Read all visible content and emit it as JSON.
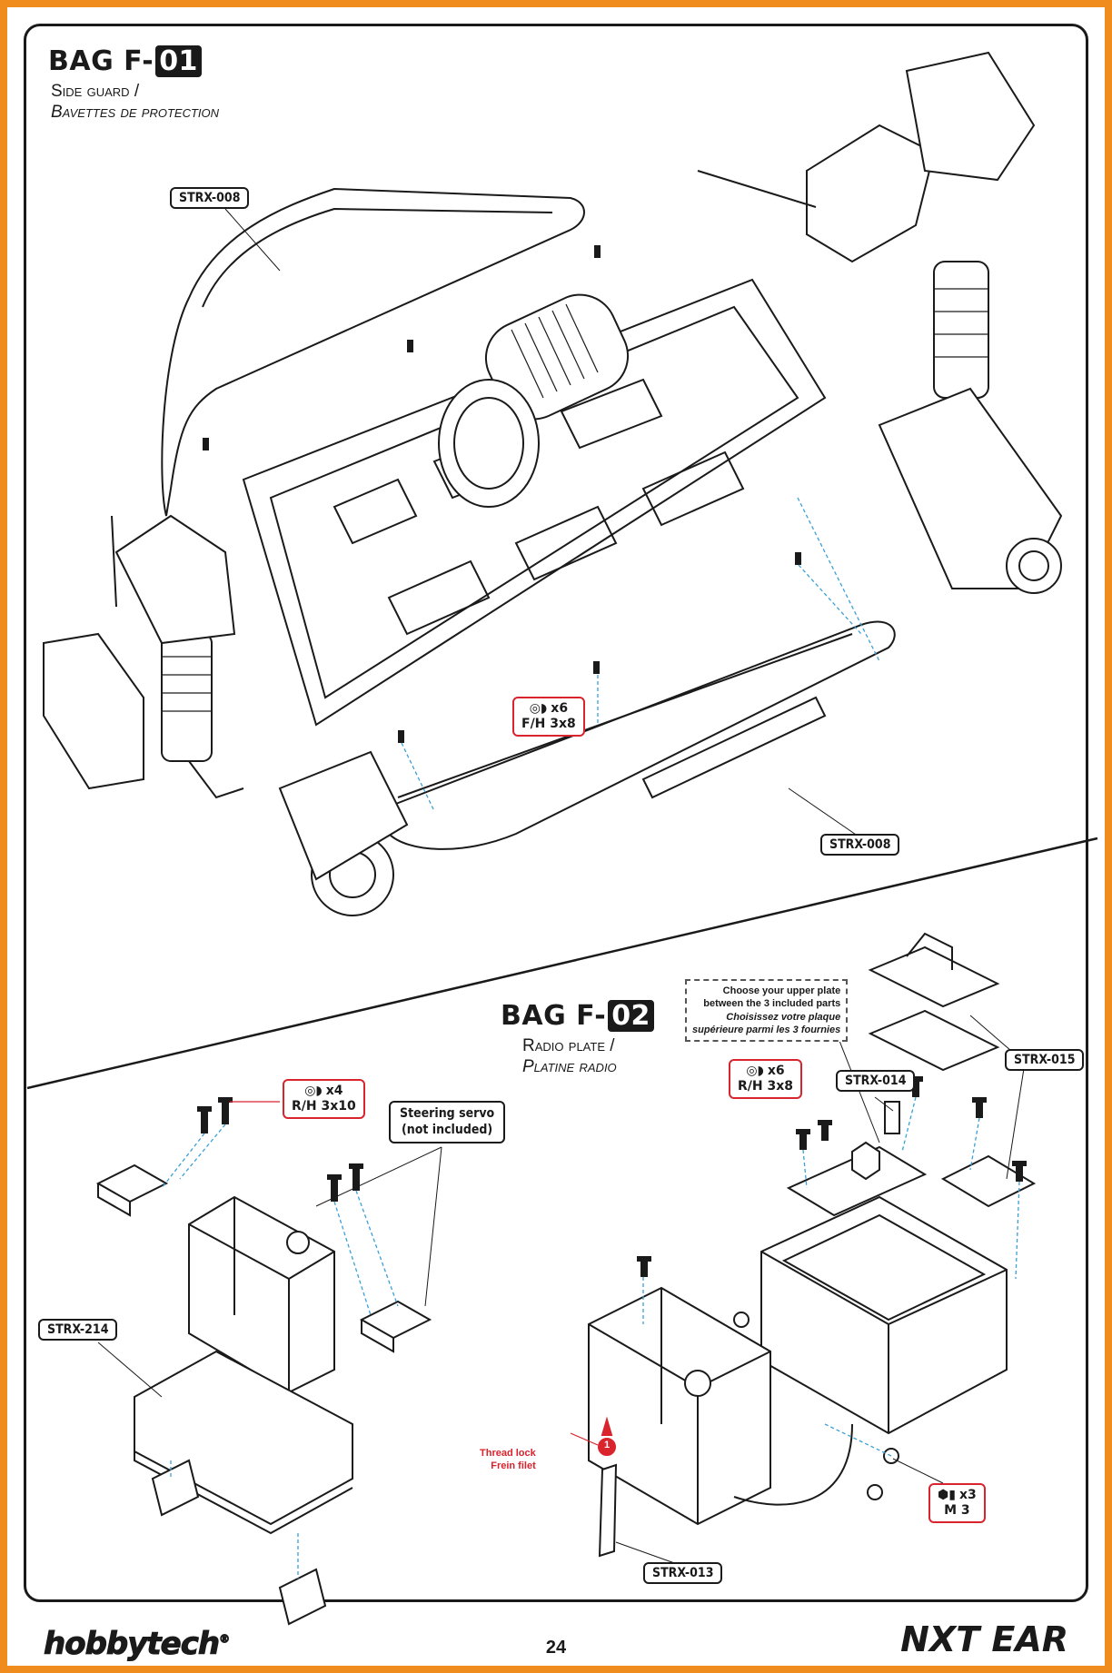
{
  "section_f01": {
    "bag_prefix": "BAG F-",
    "bag_code": "01",
    "subtitle_en": "Side guard /",
    "subtitle_fr": "Bavettes de protection"
  },
  "section_f02": {
    "bag_prefix": "BAG F-",
    "bag_code": "02",
    "subtitle_en": "Radio plate /",
    "subtitle_fr": "Platine radio"
  },
  "part_labels": {
    "strx_008_top": "STRX-008",
    "strx_008_bottom": "STRX-008",
    "strx_015": "STRX-015",
    "strx_014": "STRX-014",
    "strx_214": "STRX-214",
    "strx_013": "STRX-013"
  },
  "hardware": {
    "fh_3x8": {
      "qty": "x6",
      "spec": "F/H 3x8"
    },
    "rh_3x10": {
      "qty": "x4",
      "spec": "R/H 3x10"
    },
    "rh_3x8": {
      "qty": "x6",
      "spec": "R/H 3x8"
    },
    "m3": {
      "qty": "x3",
      "spec": "M 3"
    }
  },
  "servo_note": {
    "line1": "Steering servo",
    "line2": "(not included)"
  },
  "upper_plate_note": {
    "en1": "Choose your upper plate",
    "en2": "between the 3 included parts",
    "fr1": "Choisissez votre plaque",
    "fr2": "supérieure parmi les 3 fournies"
  },
  "thread_lock": {
    "en": "Thread lock",
    "fr": "Frein filet",
    "step": "1"
  },
  "footer": {
    "page_number": "24",
    "brand_left": "hobbytech",
    "brand_right": "NXT EAR"
  },
  "colors": {
    "frame_orange": "#f08c1e",
    "callout_red": "#d9232d",
    "line": "#1a1a1a",
    "dash": "#3aa0d6"
  }
}
